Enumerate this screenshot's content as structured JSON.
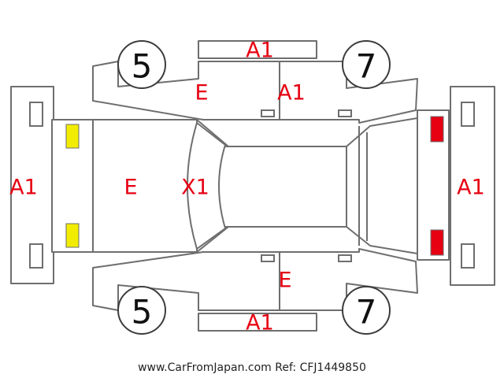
{
  "colors": {
    "damage_text": "#e60012",
    "outline": "#6e6e6e",
    "front_lamp": "#f2ec00",
    "rear_lamp": "#e60012"
  },
  "markers": {
    "roof_top": "A1",
    "front_door_top": "E",
    "rear_door_top": "A1",
    "front_bumper": "A1",
    "hood": "E",
    "windshield": "X1",
    "rear_bumper": "A1",
    "rear_door_bottom": "E",
    "roof_bottom": "A1"
  },
  "tires": {
    "front_left": "5",
    "rear_left": "7",
    "front_right": "5",
    "rear_right": "7"
  },
  "lamps": {
    "front": "yellow-lamp-icon",
    "rear": "red-lamp-icon"
  },
  "footer": {
    "text": "www.CarFromJapan.com Ref: CFJ1449850"
  }
}
